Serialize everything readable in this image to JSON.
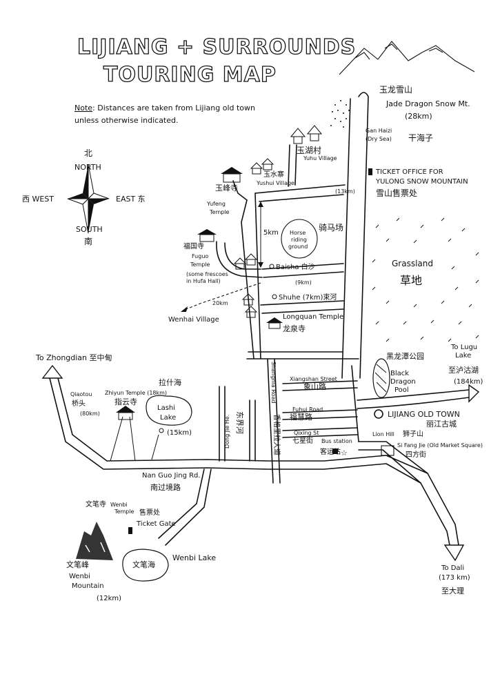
{
  "title": {
    "line1": "LIJIANG + SURROUNDS",
    "line2": "TOURING MAP"
  },
  "note": {
    "label": "Note",
    "line1": ": Distances are taken from Lijiang old town",
    "line2": "unless otherwise indicated."
  },
  "compass": {
    "north_cn": "北",
    "north": "NORTH",
    "south": "SOUTH",
    "south_cn": "南",
    "west": "西 WEST",
    "east": "EAST 东"
  },
  "places": {
    "jade_dragon_cn": "玉龙雪山",
    "jade_dragon_en": "Jade Dragon Snow Mt.",
    "jade_dragon_dist": "(28km)",
    "gan_haizi": "Gan Haizi",
    "dry_sea": "(Dry Sea)",
    "gan_haizi_cn": "干海子",
    "ticket_office_1": "TICKET OFFICE FOR",
    "ticket_office_2": "YULONG SNOW MOUNTAIN",
    "ticket_office_cn": "雪山售票处",
    "dist_13km": "(13km)",
    "yuhu_cn": "玉湖村",
    "yuhu_en": "Yuhu Village",
    "yushui_cn": "玉水寨",
    "yushui_en": "Yushui Village",
    "yufeng_cn": "玉峰寺",
    "yufeng_en_1": "Yufeng",
    "yufeng_en_2": "Temple",
    "dist_5km": "5km",
    "horse_1": "Horse",
    "horse_2": "riding",
    "horse_3": "ground",
    "horse_cn": "骑马场",
    "fuguo_cn": "福国寺",
    "fuguo_1": "Fuguo",
    "fuguo_2": "Temple",
    "fuguo_3": "(some frescoes",
    "fuguo_4": "in Hufa Hall)",
    "baisha": "Baisha 白沙",
    "dist_9km": "(9km)",
    "shuhe": "Shuhe (7km)束河",
    "dist_20km": "20km",
    "wenhai": "Wenhai Village",
    "longquan_en": "Longquan Temple",
    "longquan_cn": "龙泉寺",
    "grassland_en": "Grassland",
    "grassland_cn": "草地",
    "to_zhongdian": "To Zhongdian 至中甸",
    "black_dragon_cn": "黑龙潭公园",
    "black_dragon_1": "Black",
    "black_dragon_2": "Dragon",
    "black_dragon_3": "Pool",
    "to_lugu_1": "To Lugu",
    "to_lugu_2": "Lake",
    "to_lugu_cn": "至泸沽湖",
    "to_lugu_dist": "(184km)",
    "qiaotou_en": "Qiaotou",
    "qiaotou_cn": "桥头",
    "qiaotou_dist": "(80km)",
    "zhiyun": "Zhiyun Temple (18km)",
    "zhiyun_cn": "指云寺",
    "lashi_cn": "拉什海",
    "lashi_1": "Lashi",
    "lashi_2": "Lake",
    "lashi_dist": "(15km)",
    "dongjie_en": "Dong Jie He.",
    "dongjie_cn": "东界河",
    "shangrila_en": "Shangrila Road",
    "shangrila_cn": "香格里拉大道",
    "xiangshan_en": "Xiangshan Street",
    "xiangshan_cn": "象山路",
    "fuhui_en": "Fuhui Road",
    "fuhui_cn": "福慧路",
    "qixing_en": "Qixing St",
    "qixing_cn": "七星街",
    "bus_en": "Bus station",
    "bus_cn": "客运站",
    "old_town_en": "LIJIANG OLD TOWN",
    "old_town_cn": "丽江古城",
    "lion_en": "Lion Hill",
    "lion_cn": "狮子山",
    "sifang_en": "Si Fang Jie (Old Market Square)",
    "sifang_cn": "四方街",
    "nanguo_en": "Nan Guo Jing Rd.",
    "nanguo_cn": "南过境路",
    "wenbi_temple_cn": "文笔寺",
    "wenbi_temple_1": "Wenbi",
    "wenbi_temple_2": "Temple",
    "ticket_gate_cn": "售票处",
    "ticket_gate_en": "Ticket Gate",
    "wenbi_mtn_cn": "文笔峰",
    "wenbi_mtn_1": "Wenbi",
    "wenbi_mtn_2": "Mountain",
    "wenbi_mtn_dist": "(12km)",
    "wenbi_lake_cn": "文笔海",
    "wenbi_lake_en": "Wenbi Lake",
    "to_dali_1": "To Dali",
    "to_dali_2": "(173 km)",
    "to_dali_cn": "至大理"
  }
}
